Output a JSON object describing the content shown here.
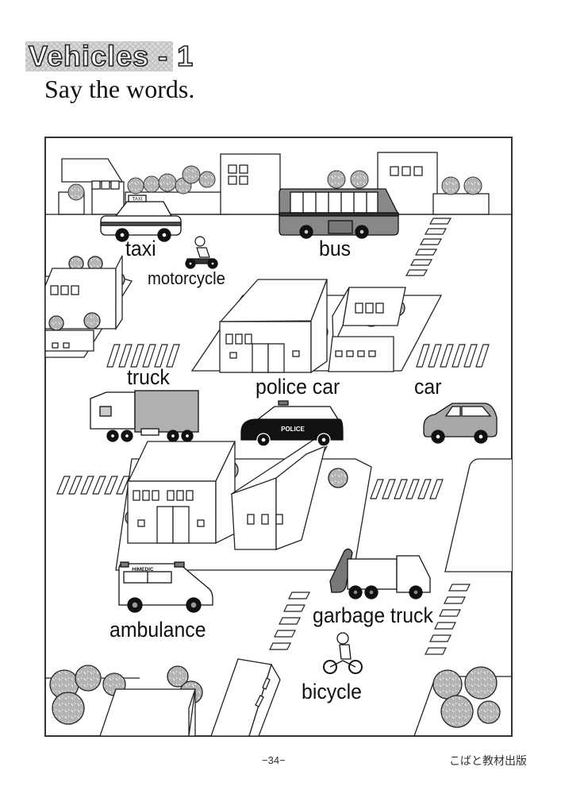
{
  "header": {
    "title": "Vehicles - 1",
    "instruction": "Say the words."
  },
  "scene": {
    "labels": {
      "taxi": "taxi",
      "motorcycle": "motorcycle",
      "bus": "bus",
      "truck": "truck",
      "police_car": "police car",
      "car": "car",
      "ambulance": "ambulance",
      "garbage_truck": "garbage truck",
      "bicycle": "bicycle"
    },
    "vehicle_signs": {
      "taxi_sign": "TAXI",
      "police_text": "POLICE",
      "ambulance_text": "HIMEDIC"
    }
  },
  "footer": {
    "page_number": "−34−",
    "publisher": "こばと教材出版"
  }
}
